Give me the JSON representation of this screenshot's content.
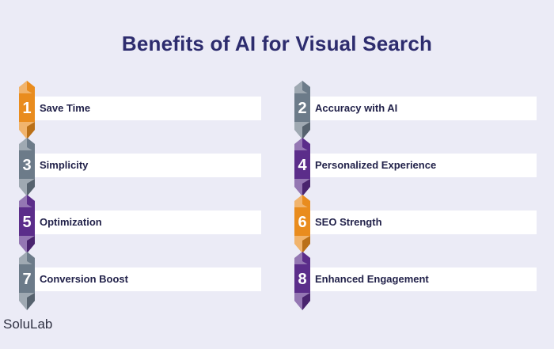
{
  "title": "Benefits of AI for Visual Search",
  "brand": "SoluLab",
  "colors": {
    "orange": "#e98c1e",
    "gray": "#6c7b89",
    "purple": "#5b2d8a"
  },
  "items": [
    {
      "num": "1",
      "label": "Save Time",
      "color": "orange"
    },
    {
      "num": "2",
      "label": "Accuracy with AI",
      "color": "gray"
    },
    {
      "num": "3",
      "label": "Simplicity",
      "color": "gray"
    },
    {
      "num": "4",
      "label": "Personalized Experience",
      "color": "purple"
    },
    {
      "num": "5",
      "label": "Optimization",
      "color": "purple"
    },
    {
      "num": "6",
      "label": "SEO Strength",
      "color": "orange"
    },
    {
      "num": "7",
      "label": "Conversion Boost",
      "color": "gray"
    },
    {
      "num": "8",
      "label": "Enhanced Engagement",
      "color": "purple"
    }
  ]
}
